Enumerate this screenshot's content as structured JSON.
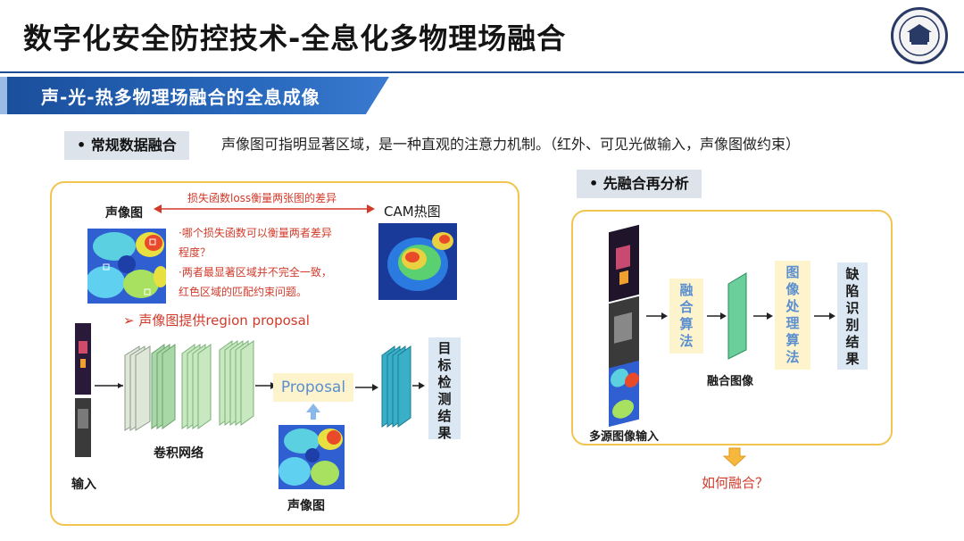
{
  "header": {
    "title": "数字化安全防控技术-全息化多物理场融合",
    "section": "声-光-热多物理场融合的全息成像"
  },
  "intro": {
    "tag": "• 常规数据融合",
    "description": "声像图可指明显著区域，是一种直观的注意力机制。（红外、可见光做输入，声像图做约束）"
  },
  "left_panel": {
    "sound_image_label": "声像图",
    "cam_label": "CAM热图",
    "loss_label": "损失函数loss衡量两张图的差异",
    "note_lines": [
      "·哪个损失函数可以衡量两者差异",
      "程度？",
      "·两者最显著区域并不完全一致，",
      "红色区域的匹配约束问题。"
    ],
    "proposal_hint": "➢ 声像图提供region proposal",
    "input_label": "输入",
    "cnn_label": "卷积网络",
    "proposal_box": "Proposal",
    "sound_image_bottom_label": "声像图",
    "result_chars": [
      "目",
      "标",
      "检",
      "测",
      "结",
      "果"
    ]
  },
  "right_panel": {
    "tag": "• 先融合再分析",
    "fusion_algo_chars": [
      "融",
      "合",
      "算",
      "法"
    ],
    "fusion_image_label": "融合图像",
    "image_process_chars": [
      "图",
      "像",
      "处",
      "理",
      "算",
      "法"
    ],
    "defect_chars": [
      "缺",
      "陷",
      "识",
      "别",
      "结",
      "果"
    ],
    "multi_source_label": "多源图像输入",
    "question": "如何融合？"
  },
  "colors": {
    "accent_blue": "#1f4e96",
    "panel_border": "#f2c450",
    "note_red": "#d23a2a",
    "proposal_blue": "#5b8fd0",
    "arrow_orange": "#f5b73c"
  }
}
